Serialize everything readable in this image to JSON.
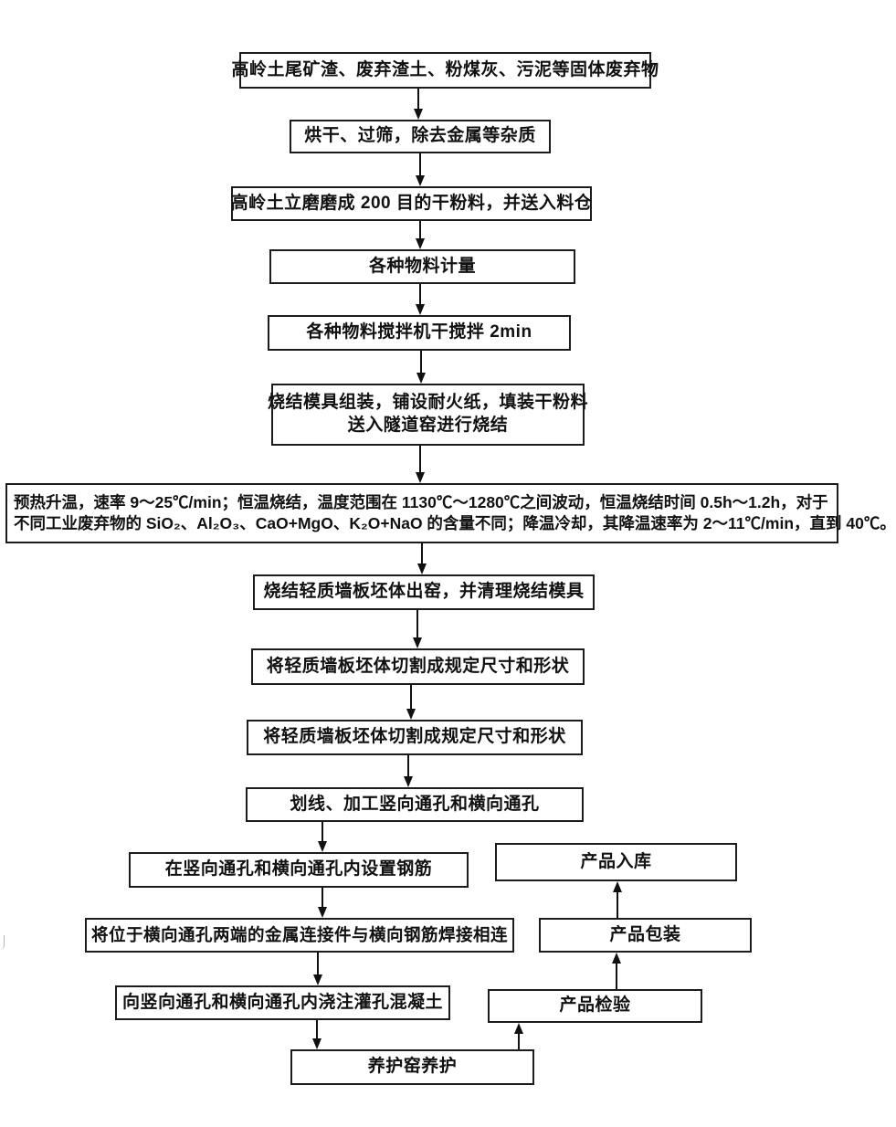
{
  "nodes": {
    "b1": {
      "text": "高岭土尾矿渣、废弃渣土、粉煤灰、污泥等固体废弃物"
    },
    "b2": {
      "text": "烘干、过筛，除去金属等杂质"
    },
    "b3": {
      "text": "高岭土立磨磨成 200 目的干粉料，并送入料仓"
    },
    "b4": {
      "text": "各种物料计量"
    },
    "b5": {
      "text": "各种物料搅拌机干搅拌 2min"
    },
    "b6": {
      "line1": "烧结模具组装，铺设耐火纸，填装干粉料",
      "line2": "送入隧道窑进行烧结"
    },
    "b7": {
      "line1": "预热升温，速率 9～25℃/min；恒温烧结，温度范围在 1130℃～1280℃之间波动，恒温烧结时间 0.5h～1.2h，对于",
      "line2": "不同工业废弃物的 SiO₂、Al₂O₃、CaO+MgO、K₂O+NaO 的含量不同；降温冷却，其降温速率为 2～11℃/min，直到 40℃。"
    },
    "b8": {
      "text": "烧结轻质墙板坯体出窑，并清理烧结模具"
    },
    "b9": {
      "text": "将轻质墙板坯体切割成规定尺寸和形状"
    },
    "b10": {
      "text": "将轻质墙板坯体切割成规定尺寸和形状"
    },
    "b11": {
      "text": "划线、加工竖向通孔和横向通孔"
    },
    "b12": {
      "text": "在竖向通孔和横向通孔内设置钢筋"
    },
    "b13": {
      "text": "将位于横向通孔两端的金属连接件与横向钢筋焊接相连"
    },
    "b14": {
      "text": "向竖向通孔和横向通孔内浇注灌孔混凝土"
    },
    "b15": {
      "text": "养护窑养护"
    },
    "r1": {
      "text": "产品入库"
    },
    "r2": {
      "text": "产品包装"
    },
    "r3": {
      "text": "产品检验"
    }
  },
  "colors": {
    "line": "#111111",
    "border": "#1c1c1c",
    "background": "#ffffff"
  }
}
